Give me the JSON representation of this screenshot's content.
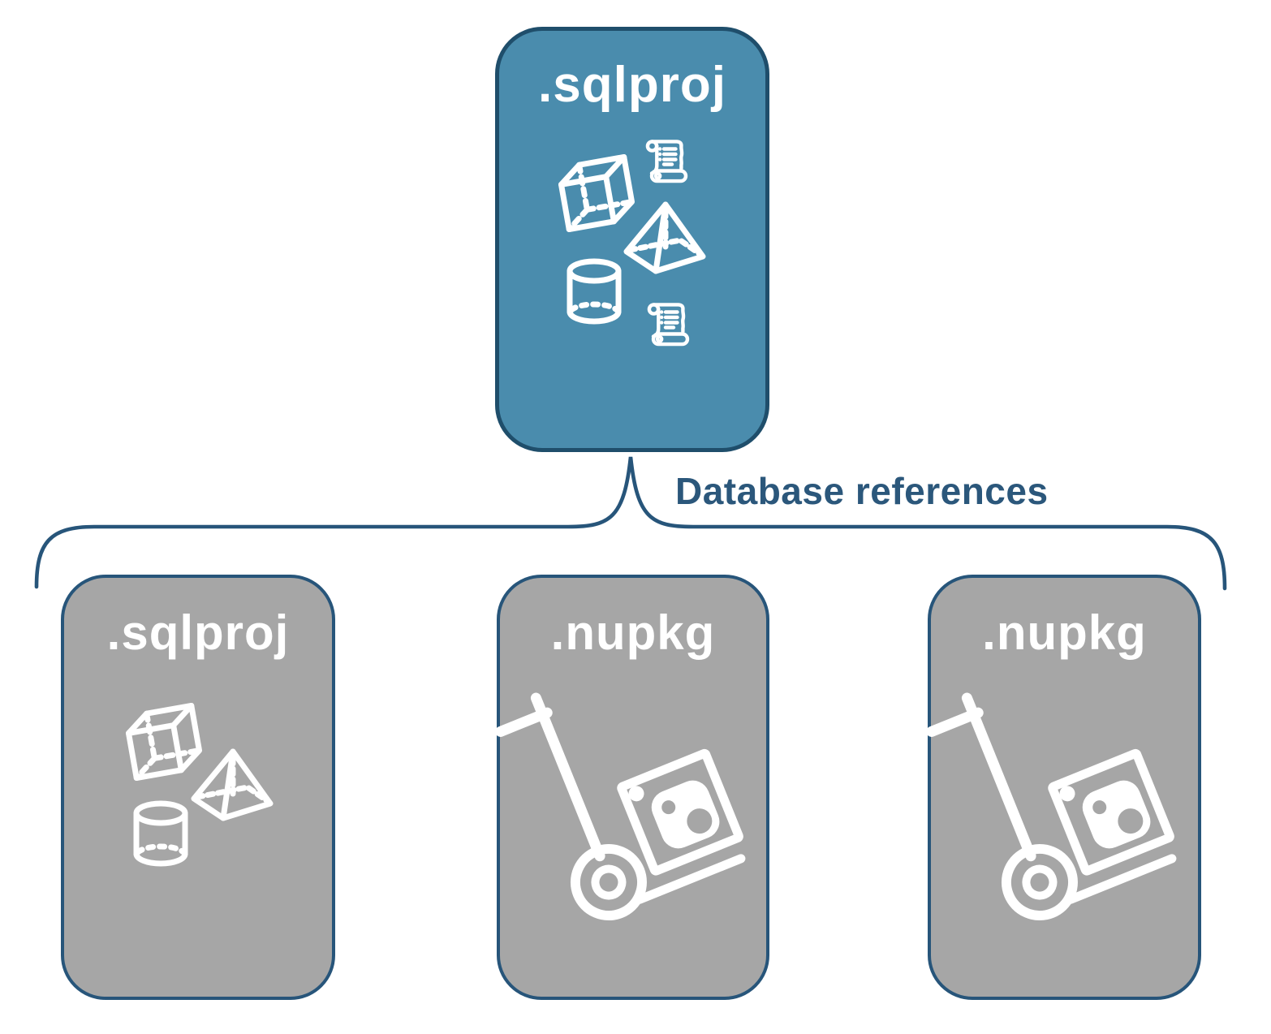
{
  "diagram": {
    "root_node": {
      "label": ".sqlproj",
      "fill_color": "#4A8CAD",
      "border_color": "#1F4E6B",
      "icons": [
        "cube-3d-icon",
        "script-scroll-icon",
        "pyramid-3d-icon",
        "cylinder-database-icon",
        "script-scroll-icon"
      ]
    },
    "connector": {
      "label": "Database references",
      "line_color": "#27557A",
      "label_color": "#2B577B",
      "shape": "upward-curly-brace"
    },
    "children": [
      {
        "label": ".sqlproj",
        "fill_color": "#A6A6A6",
        "icons": [
          "cube-3d-icon",
          "pyramid-3d-icon",
          "cylinder-database-icon"
        ]
      },
      {
        "label": ".nupkg",
        "fill_color": "#A6A6A6",
        "icons": [
          "nuget-package-dolly-icon"
        ]
      },
      {
        "label": ".nupkg",
        "fill_color": "#A6A6A6",
        "icons": [
          "nuget-package-dolly-icon"
        ]
      }
    ],
    "icon_color": "#FFFFFF"
  }
}
